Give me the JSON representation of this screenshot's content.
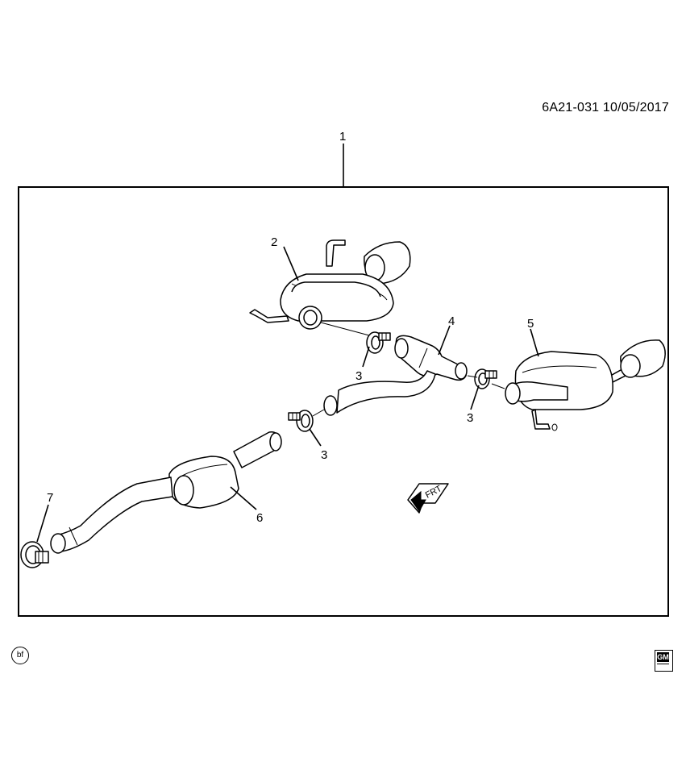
{
  "header": {
    "doc_id": "6A21-031  10/05/2017"
  },
  "callouts": {
    "c1": "1",
    "c2": "2",
    "c3a": "3",
    "c3b": "3",
    "c3c": "3",
    "c4": "4",
    "c5": "5",
    "c6": "6",
    "c7": "7"
  },
  "front_arrow": {
    "label": "FRT"
  },
  "footer": {
    "mark": "bf",
    "logo_text": "GM"
  }
}
